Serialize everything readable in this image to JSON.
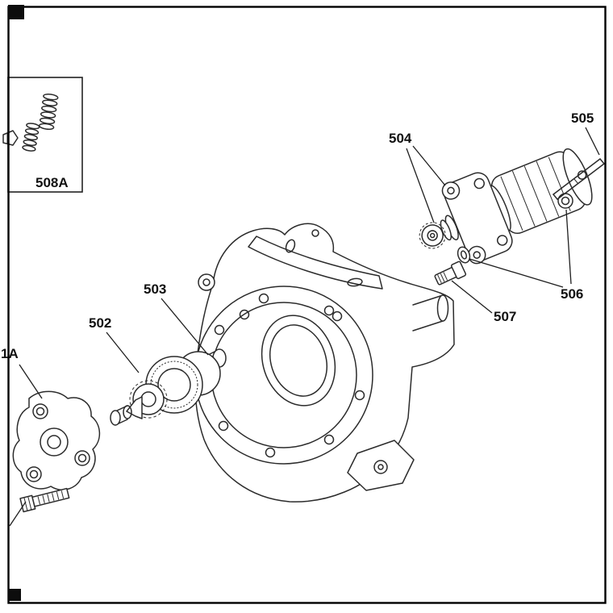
{
  "diagram": {
    "type": "exploded-parts-diagram",
    "background": "#ffffff",
    "line_color": "#2b2b2b",
    "callouts": {
      "c505": "505",
      "c504": "504",
      "c506": "506",
      "c507": "507",
      "c503": "503",
      "c502": "502",
      "c501a": "1A",
      "c508a": "508A"
    }
  }
}
